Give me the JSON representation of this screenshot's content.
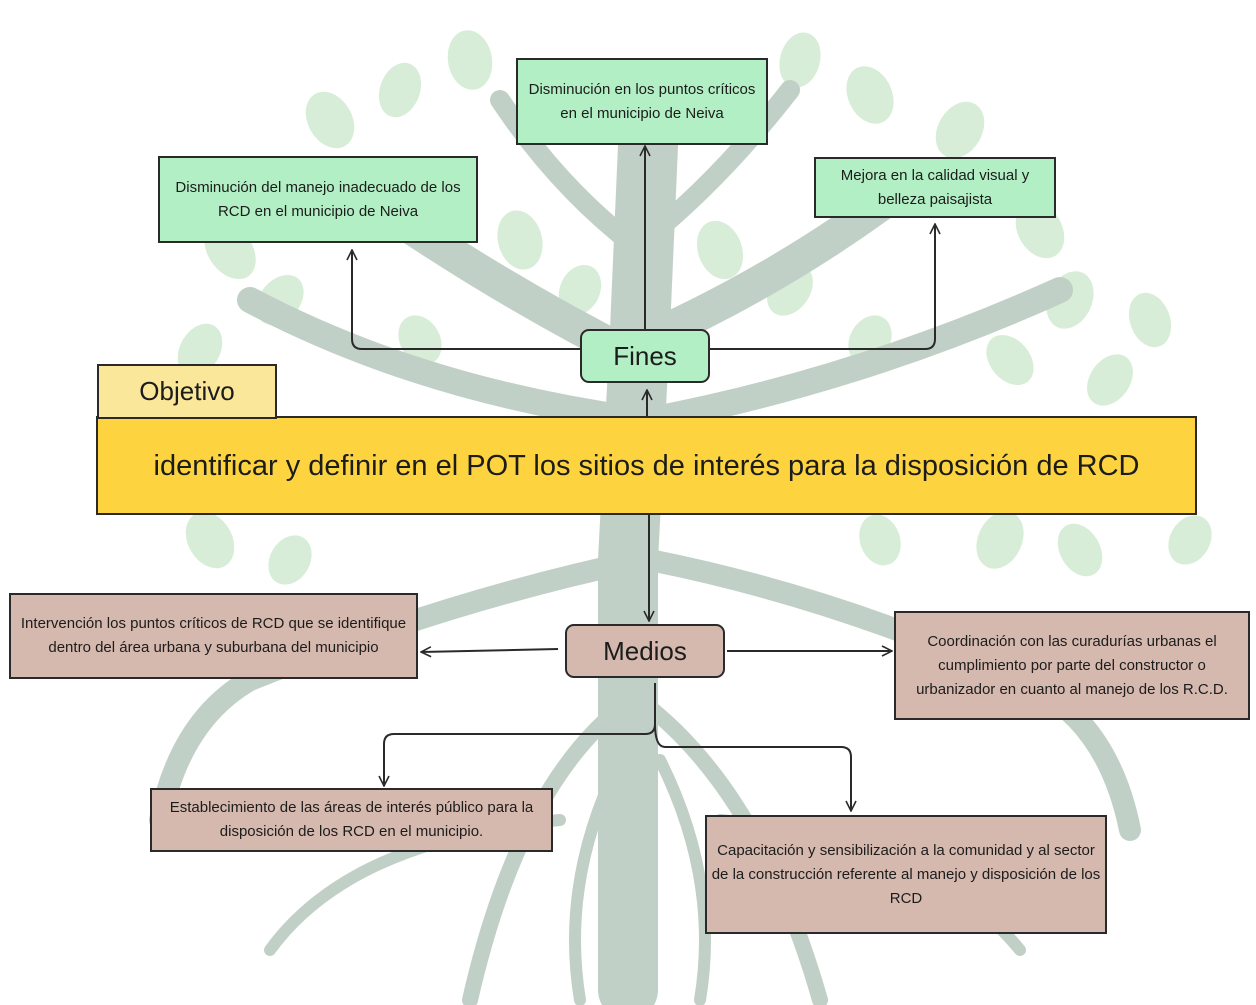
{
  "objective": {
    "label": "Objetivo",
    "text": "identificar y definir en el POT los sitios de interés para la disposición de RCD"
  },
  "fines": {
    "label": "Fines",
    "items": [
      "Disminución del manejo inadecuado de los RCD en el municipio de Neiva",
      "Disminución en los puntos críticos en el municipio de Neiva",
      "Mejora en la calidad visual y belleza paisajista"
    ]
  },
  "medios": {
    "label": "Medios",
    "items": [
      "Intervención los puntos críticos de RCD que se identifique dentro del área urbana y suburbana del municipio",
      "Coordinación con las curadurías urbanas el cumplimiento por parte del constructor o urbanizador en cuanto al manejo de los R.C.D.",
      "Establecimiento de las áreas de interés público para la disposición de los RCD en el municipio.",
      "Capacitación y sensibilización a la comunidad y al sector de la construcción referente al manejo y disposición de los RCD"
    ]
  },
  "colors": {
    "objective_fill": "#fdd440",
    "objective_tag_fill": "#fbe79a",
    "fines_fill": "#b3efc4",
    "medios_fill": "#d5b9ae",
    "tree_trunk": "#c1d0c6",
    "tree_leaf": "#d8edd8"
  }
}
